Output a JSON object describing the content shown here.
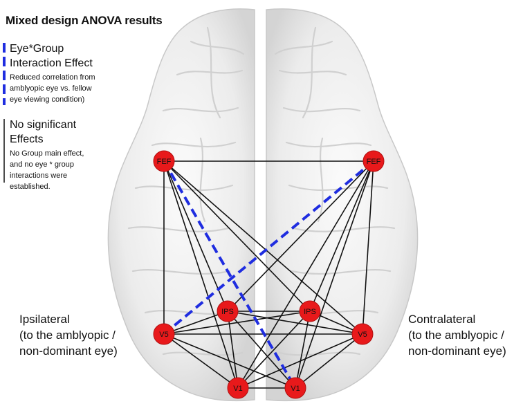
{
  "title": "Mixed design ANOVA results",
  "legend": {
    "significant": {
      "heading_lines": [
        "Eye*Group",
        "Interaction Effect"
      ],
      "description": "Reduced correlation from amblyopic eye vs. fellow eye viewing condition)",
      "line_style": "dashed",
      "color": "#1f2de0"
    },
    "not_significant": {
      "heading_lines": [
        "No significant",
        "Effects"
      ],
      "description": "No Group main effect, and no eye * group interactions were established.",
      "line_style": "solid",
      "color": "#111111"
    }
  },
  "sides": {
    "ipsilateral": [
      "Ipsilateral",
      "(to the amblyopic /",
      "non-dominant eye)"
    ],
    "contralateral": [
      "Contralateral",
      "(to the amblyopic /",
      "non-dominant eye)"
    ]
  },
  "nodes": [
    {
      "id": "FEF_ipsi",
      "label": "FEF"
    },
    {
      "id": "FEF_contra",
      "label": "FEF"
    },
    {
      "id": "IPS_ipsi",
      "label": "IPS"
    },
    {
      "id": "IPS_contra",
      "label": "IPS"
    },
    {
      "id": "V5_ipsi",
      "label": "V5"
    },
    {
      "id": "V5_contra",
      "label": "V5"
    },
    {
      "id": "V1_ipsi",
      "label": "V1"
    },
    {
      "id": "V1_contra",
      "label": "V1"
    }
  ],
  "node_color": "#e8191b",
  "edges": [
    {
      "from": "FEF_ipsi",
      "to": "FEF_contra",
      "effect": "none"
    },
    {
      "from": "FEF_ipsi",
      "to": "IPS_ipsi",
      "effect": "none"
    },
    {
      "from": "FEF_ipsi",
      "to": "IPS_contra",
      "effect": "none"
    },
    {
      "from": "FEF_ipsi",
      "to": "V5_ipsi",
      "effect": "none"
    },
    {
      "from": "FEF_ipsi",
      "to": "V5_contra",
      "effect": "none"
    },
    {
      "from": "FEF_ipsi",
      "to": "V1_ipsi",
      "effect": "none"
    },
    {
      "from": "FEF_ipsi",
      "to": "V1_contra",
      "effect": "interaction"
    },
    {
      "from": "FEF_contra",
      "to": "IPS_ipsi",
      "effect": "none"
    },
    {
      "from": "FEF_contra",
      "to": "IPS_contra",
      "effect": "none"
    },
    {
      "from": "FEF_contra",
      "to": "V5_ipsi",
      "effect": "interaction"
    },
    {
      "from": "FEF_contra",
      "to": "V5_contra",
      "effect": "none"
    },
    {
      "from": "FEF_contra",
      "to": "V1_ipsi",
      "effect": "none"
    },
    {
      "from": "FEF_contra",
      "to": "V1_contra",
      "effect": "none"
    },
    {
      "from": "IPS_ipsi",
      "to": "IPS_contra",
      "effect": "none"
    },
    {
      "from": "IPS_ipsi",
      "to": "V5_ipsi",
      "effect": "none"
    },
    {
      "from": "IPS_ipsi",
      "to": "V5_contra",
      "effect": "none"
    },
    {
      "from": "IPS_ipsi",
      "to": "V1_ipsi",
      "effect": "none"
    },
    {
      "from": "IPS_ipsi",
      "to": "V1_contra",
      "effect": "none"
    },
    {
      "from": "IPS_contra",
      "to": "V5_ipsi",
      "effect": "none"
    },
    {
      "from": "IPS_contra",
      "to": "V5_contra",
      "effect": "none"
    },
    {
      "from": "IPS_contra",
      "to": "V1_ipsi",
      "effect": "none"
    },
    {
      "from": "IPS_contra",
      "to": "V1_contra",
      "effect": "none"
    },
    {
      "from": "V5_ipsi",
      "to": "V5_contra",
      "effect": "none"
    },
    {
      "from": "V5_ipsi",
      "to": "V1_ipsi",
      "effect": "none"
    },
    {
      "from": "V5_ipsi",
      "to": "V1_contra",
      "effect": "none"
    },
    {
      "from": "V5_contra",
      "to": "V1_ipsi",
      "effect": "none"
    },
    {
      "from": "V5_contra",
      "to": "V1_contra",
      "effect": "none"
    },
    {
      "from": "V1_ipsi",
      "to": "V1_contra",
      "effect": "none"
    }
  ]
}
